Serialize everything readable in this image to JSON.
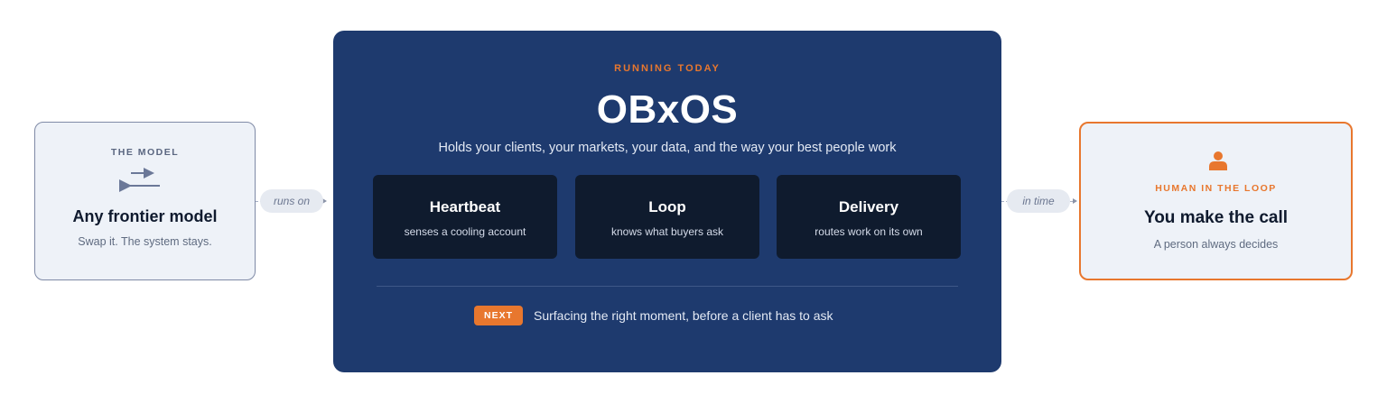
{
  "model_card": {
    "eyebrow": "THE MODEL",
    "icon": "model-swap-icon",
    "title": "Any frontier model",
    "subtitle": "Swap it. The system stays."
  },
  "connectors": {
    "left_label": "runs on",
    "right_label": "in time"
  },
  "main_panel": {
    "eyebrow": "RUNNING TODAY",
    "title": "OBxOS",
    "description": "Holds your clients, your markets, your data, and the way your best people work",
    "features": [
      {
        "title": "Heartbeat",
        "subtitle": "senses a cooling account"
      },
      {
        "title": "Loop",
        "subtitle": "knows what buyers ask"
      },
      {
        "title": "Delivery",
        "subtitle": "routes work on its own"
      }
    ],
    "next": {
      "badge": "NEXT",
      "text": "Surfacing the right moment, before a client has to ask"
    }
  },
  "human_card": {
    "icon": "person-icon",
    "eyebrow": "HUMAN IN THE LOOP",
    "title": "You make the call",
    "subtitle": "A person always decides"
  },
  "colors": {
    "navy": "#1e3a6e",
    "feature_box": "#0f1b2e",
    "accent_orange": "#e8772e",
    "card_bg": "#eef2f8",
    "model_border": "#7f8aa6"
  }
}
